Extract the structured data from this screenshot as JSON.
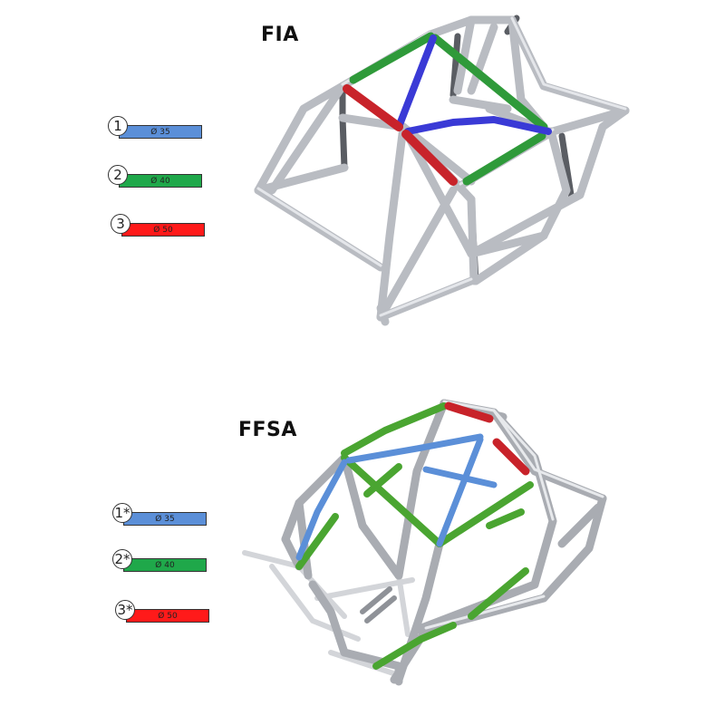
{
  "fia": {
    "title": "FIA",
    "legend": [
      {
        "number": "1",
        "label": "Ø 35",
        "color": "#5b8fd8"
      },
      {
        "number": "2",
        "label": "Ø 40",
        "color": "#1fa84a"
      },
      {
        "number": "3",
        "label": "Ø 50",
        "color": "#ff1a1a"
      }
    ]
  },
  "ffsa": {
    "title": "FFSA",
    "legend": [
      {
        "number": "1*",
        "label": "Ø 35",
        "color": "#5b8fd8"
      },
      {
        "number": "2*",
        "label": "Ø 40",
        "color": "#1fa84a"
      },
      {
        "number": "3*",
        "label": "Ø 50",
        "color": "#ff1a1a"
      }
    ]
  },
  "colors": {
    "tube": "#b9bcc2",
    "tube_dark": "#5a5d63",
    "blue": "#3a3ad6",
    "light_blue": "#5b8fd8",
    "green": "#2f9a3a",
    "red": "#c8232a"
  }
}
